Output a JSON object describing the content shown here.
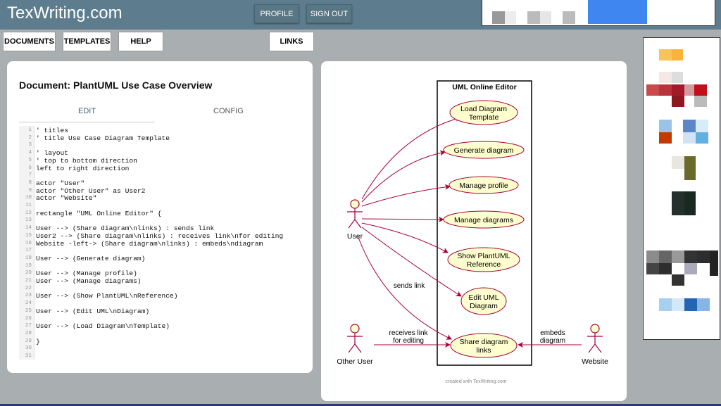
{
  "brand": "TexWriting.com",
  "header": {
    "profile_label": "PROFILE",
    "signout_label": "SIGN OUT"
  },
  "nav": {
    "documents": "DOCUMENTS",
    "templates": "TEMPLATES",
    "help": "HELP",
    "links": "LINKS"
  },
  "document": {
    "title": "Document: PlantUML Use Case Overview",
    "tabs": {
      "edit": "EDIT",
      "config": "CONFIG"
    },
    "lines": [
      {
        "n": "1",
        "t": "' titles"
      },
      {
        "n": "2",
        "t": "' title Use Case Diagram Template"
      },
      {
        "n": "3",
        "t": ""
      },
      {
        "n": "4",
        "t": "' layout"
      },
      {
        "n": "5",
        "t": "' top to bottom direction"
      },
      {
        "n": "6",
        "t": "left to right direction"
      },
      {
        "n": "7",
        "t": ""
      },
      {
        "n": "8",
        "t": "actor \"User\""
      },
      {
        "n": "9",
        "t": "actor \"Other User\" as User2"
      },
      {
        "n": "10",
        "t": "actor \"Website\""
      },
      {
        "n": "11",
        "t": ""
      },
      {
        "n": "12",
        "t": "rectangle \"UML Online Editor\" {"
      },
      {
        "n": "13",
        "t": ""
      },
      {
        "n": "14",
        "t": "User --> (Share diagram\\nlinks) : sends link"
      },
      {
        "n": "15",
        "t": "User2 --> (Share diagram\\nlinks) : receives link\\nfor editing"
      },
      {
        "n": "16",
        "t": "Website -left-> (Share diagram\\nlinks) : embeds\\ndiagram"
      },
      {
        "n": "17",
        "t": ""
      },
      {
        "n": "18",
        "t": "User --> (Generate diagram)"
      },
      {
        "n": "19",
        "t": ""
      },
      {
        "n": "20",
        "t": "User --> (Manage profile)"
      },
      {
        "n": "21",
        "t": "User --> (Manage diagrams)"
      },
      {
        "n": "22",
        "t": ""
      },
      {
        "n": "23",
        "t": "User --> (Show PlantUML\\nReference)"
      },
      {
        "n": "24",
        "t": ""
      },
      {
        "n": "25",
        "t": "User --> (Edit UML\\nDiagram)"
      },
      {
        "n": "26",
        "t": ""
      },
      {
        "n": "27",
        "t": "User --> (Load Diagram\\nTemplate)"
      },
      {
        "n": "28",
        "t": ""
      },
      {
        "n": "29",
        "t": "}"
      },
      {
        "n": "30",
        "t": ""
      },
      {
        "n": "31",
        "t": ""
      }
    ]
  },
  "diagram": {
    "system_title": "UML Online Editor",
    "actors": {
      "user": "User",
      "other_user": "Other User",
      "website": "Website"
    },
    "usecases": {
      "load_a": "Load Diagram",
      "load_b": "Template",
      "generate": "Generate diagram",
      "profile": "Manage profile",
      "diagrams": "Manage diagrams",
      "show_a": "Show PlantUML",
      "show_b": "Reference",
      "edit_a": "Edit UML",
      "edit_b": "Diagram",
      "share_a": "Share diagram",
      "share_b": "links"
    },
    "labels": {
      "sends": "sends link",
      "receives_a": "receives link",
      "receives_b": "for editing",
      "embeds_a": "embeds",
      "embeds_b": "diagram"
    },
    "credit": "created with TexWriting.com"
  },
  "colors": {
    "usecase_fill": "#fefece",
    "usecase_stroke": "#a80036",
    "arrow": "#a80036",
    "topbar": "#5d7d8e"
  }
}
